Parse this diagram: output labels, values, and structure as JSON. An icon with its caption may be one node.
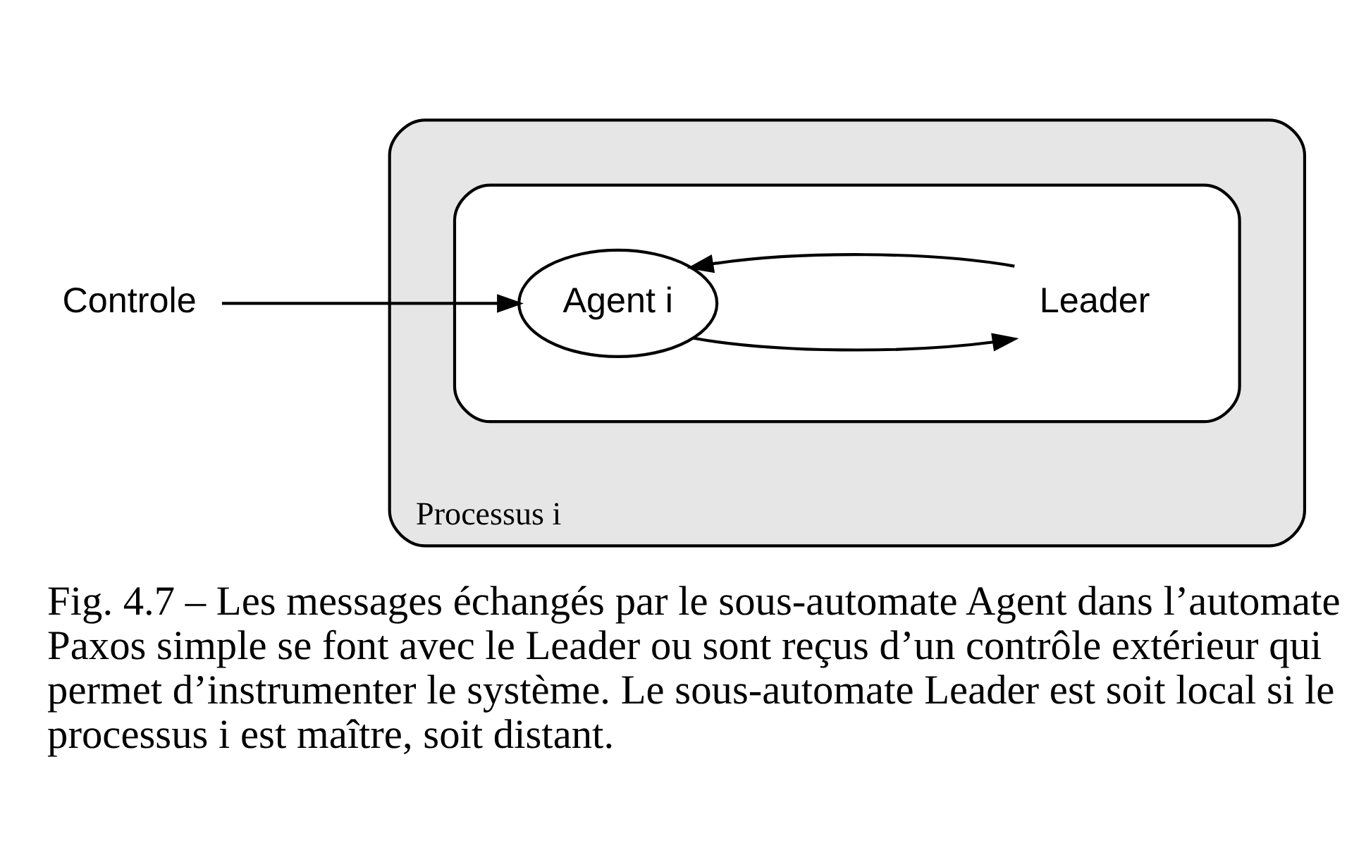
{
  "diagram": {
    "caption": "Fig. 4.7 – Les messages échangés par le sous-automate Agent dans l’automate Paxos simple se font avec le Leader ou sont reçus d’un contrôle extérieur qui permet d’instrumenter le système. Le sous-automate Leader est soit local si le processus i est maître, soit distant.",
    "nodes": [
      {
        "text": [
          "Processus i"
        ]
      },
      {
        "text": [],
        "shape": "ellipse",
        "in": 0
      },
      {
        "text": [
          "Agent i"
        ],
        "in": 1
      },
      {
        "text": [
          "Leader"
        ],
        "in": 1
      },
      {
        "text": [
          "Controle"
        ]
      }
    ],
    "edges": [
      {
        "from": 4,
        "to": 2,
        "arrow": "to"
      },
      {
        "from": 3,
        "to": 2,
        "arrow": "to"
      },
      {
        "from": 2,
        "to": 3,
        "arrow": "to"
      }
    ]
  }
}
